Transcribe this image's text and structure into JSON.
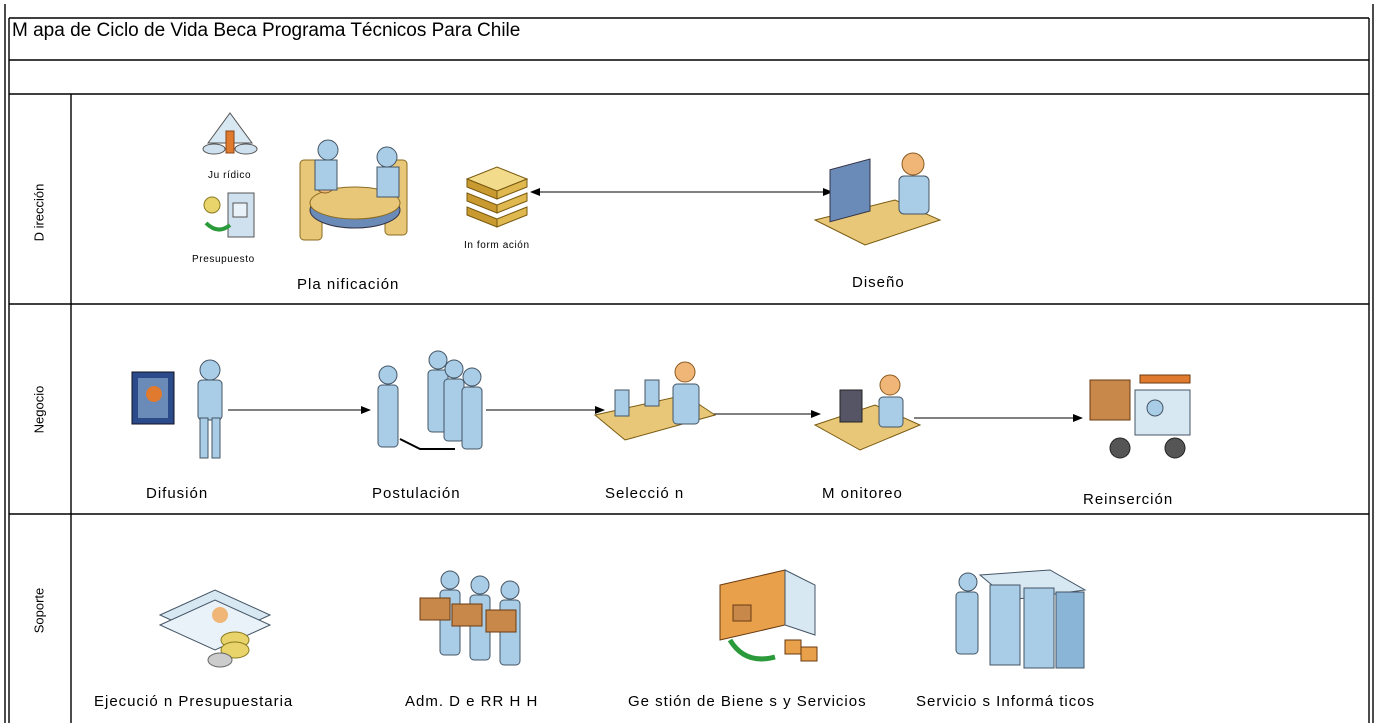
{
  "title": "M apa de Ciclo de Vida Beca Programa Técnicos Para Chile",
  "lanes": [
    {
      "label": "D irección"
    },
    {
      "label": "Negocio"
    },
    {
      "label": "Soporte"
    }
  ],
  "direccion": {
    "juridico": "Ju rídico",
    "presupuesto": "Presupuesto",
    "planificacion": "Pla nificación",
    "informacion": "In form ación",
    "diseno": "Diseño"
  },
  "negocio": {
    "difusion": "Difusión",
    "postulacion": "Postulación",
    "seleccion": "Selecció n",
    "monitoreo": "M onitoreo",
    "reinsercion": "Reinserción"
  },
  "soporte": {
    "ejecucion": "Ejecució n Presupuestaria",
    "rrhh": "Adm. D e RR H H",
    "bienes": "Ge stión de Biene s y Servicios",
    "informaticos": "Servicio s Informá ticos"
  },
  "colors": {
    "line": "#000000",
    "figure": "#a9cde6",
    "skin": "#f0b678",
    "wood": "#e8c878",
    "orange": "#e07a2e"
  }
}
